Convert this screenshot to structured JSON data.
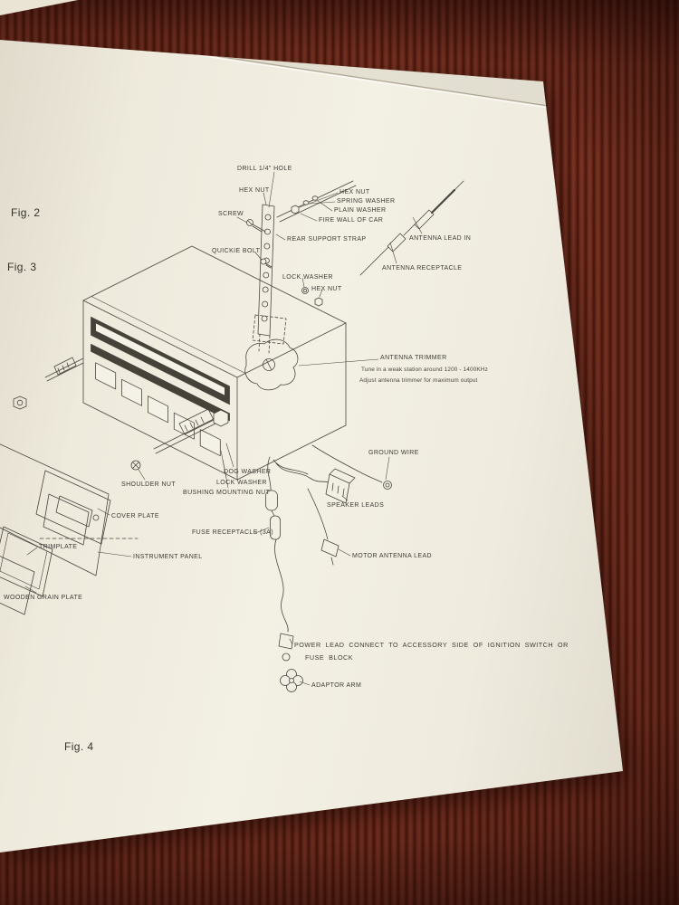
{
  "sheet": {
    "figures": {
      "fig2": "Fig. 2",
      "fig3": "Fig. 3",
      "fig4": "Fig. 4"
    },
    "labels": {
      "drill_hole": "DRILL 1/4\" HOLE",
      "hex_nut_1": "HEX NUT",
      "screw": "SCREW",
      "hex_nut_2": "HEX NUT",
      "spring_washer": "SPRING WASHER",
      "plain_washer": "PLAIN WASHER",
      "fire_wall": "FIRE WALL OF CAR",
      "rear_support_strap": "REAR SUPPORT STRAP",
      "antenna_lead_in": "ANTENNA LEAD IN",
      "antenna_receptacle": "ANTENNA RECEPTACLE",
      "quickie_bolt": "QUICKIE BOLT",
      "lock_washer_1": "LOCK WASHER",
      "hex_nut_3": "HEX NUT",
      "antenna_trimmer": "ANTENNA TRIMMER",
      "ground_wire": "GROUND WIRE",
      "shoulder_nut": "SHOULDER NUT",
      "dog_washer": "DOG WASHER",
      "lock_washer_2": "LOCK WASHER",
      "bushing_mounting_nut": "BUSHING MOUNTING NUT",
      "speaker_leads": "SPEAKER LEADS",
      "cover_plate": "COVER PLATE",
      "fuse_receptacle": "FUSE RECEPTACLE (3A)",
      "motor_antenna_lead": "MOTOR ANTENNA LEAD",
      "trimplate": "TRIMPLATE",
      "instrument_panel": "INSTRUMENT PANEL",
      "wooden_grain_plate": "WOODEN GRAIN PLATE",
      "power_lead_line1": "POWER LEAD CONNECT TO ACCESSORY SIDE OF IGNITION SWITCH OR",
      "power_lead_line2": "FUSE BLOCK",
      "adaptor_arm": "ADAPTOR ARM"
    },
    "notes": {
      "tune": "Tune in a weak station around 1200 - 1400KHz",
      "adjust": "Adjust antenna trimmer for maximum output"
    },
    "colors": {
      "fabric": "#7a2e1e",
      "paper": "#f0ecdf",
      "ink": "#4a4640"
    }
  }
}
